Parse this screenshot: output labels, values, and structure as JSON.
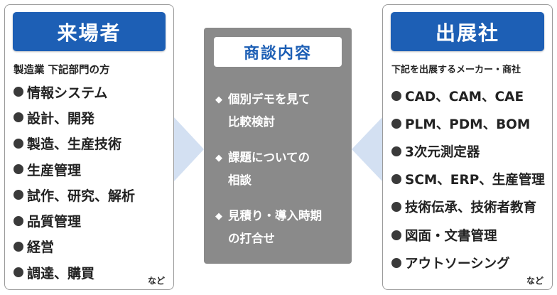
{
  "visitor": {
    "title": "来場者",
    "subtitle": "製造業 下記部門の方",
    "items": [
      "情報システム",
      "設計、開発",
      "製造、生産技術",
      "生産管理",
      "試作、研究、解析",
      "品質管理",
      "経営",
      "調達、購買"
    ],
    "footnote": "など"
  },
  "center": {
    "title": "商談内容",
    "items": [
      {
        "line1": "個別デモを見て",
        "line2": "比較検討"
      },
      {
        "line1": "課題についての",
        "line2": "相談"
      },
      {
        "line1": "見積り・導入時期",
        "line2": "の打合せ"
      }
    ]
  },
  "exhibitor": {
    "title": "出展社",
    "subtitle": "下記を出展するメーカー・商社",
    "items": [
      "CAD、CAM、CAE",
      "PLM、PDM、BOM",
      "3次元測定器",
      "SCM、ERP、生産管理",
      "技術伝承、技術者教育",
      "図面・文書管理",
      "アウトソーシング"
    ],
    "footnote": "など"
  },
  "colors": {
    "header_blue": "#1d5fb5",
    "center_gray": "#8a8a8a",
    "connector_blue": "#d3e0f2"
  }
}
